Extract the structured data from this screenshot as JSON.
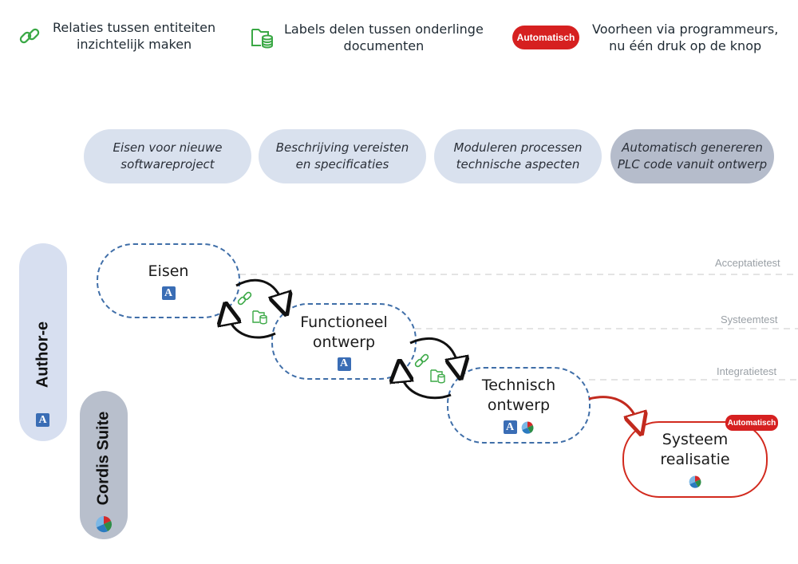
{
  "legend": {
    "relations": "Relaties tussen entiteiten\ninzichtelijk maken",
    "labels": "Labels delen tussen onderlinge\ndocumenten",
    "badge": "Automatisch",
    "automatic": "Voorheen via programmeurs,\nnu één druk op de knop"
  },
  "steps": [
    {
      "text": "Eisen voor nieuwe\nsoftwareproject"
    },
    {
      "text": "Beschrijving vereisten\nen specificaties"
    },
    {
      "text": "Moduleren processen\ntechnische aspecten"
    },
    {
      "text": "Automatisch genereren\nPLC code vanuit ontwerp"
    }
  ],
  "sidebar": {
    "author_e": "Author-e",
    "cordis": "Cordis Suite",
    "author_e_logo": "A"
  },
  "nodes": {
    "eisen": "Eisen",
    "functioneel": "Functioneel\nontwerp",
    "technisch": "Technisch\nontwerp",
    "systeem": "Systeem\nrealisatie",
    "systeem_badge": "Automatisch"
  },
  "tests": {
    "acceptatie": "Acceptatietest",
    "systeem": "Systeemtest",
    "integratie": "Integratietest"
  },
  "colors": {
    "link_icon": "#3aa845",
    "automatic_badge": "#d62020",
    "node_border": "#3f6ea8",
    "system_border": "#d22a1e"
  },
  "icons": [
    "link-icon",
    "folder-database-icon",
    "author-e-logo",
    "cordis-logo",
    "cycle-arrow-icon",
    "red-arrow-icon"
  ]
}
